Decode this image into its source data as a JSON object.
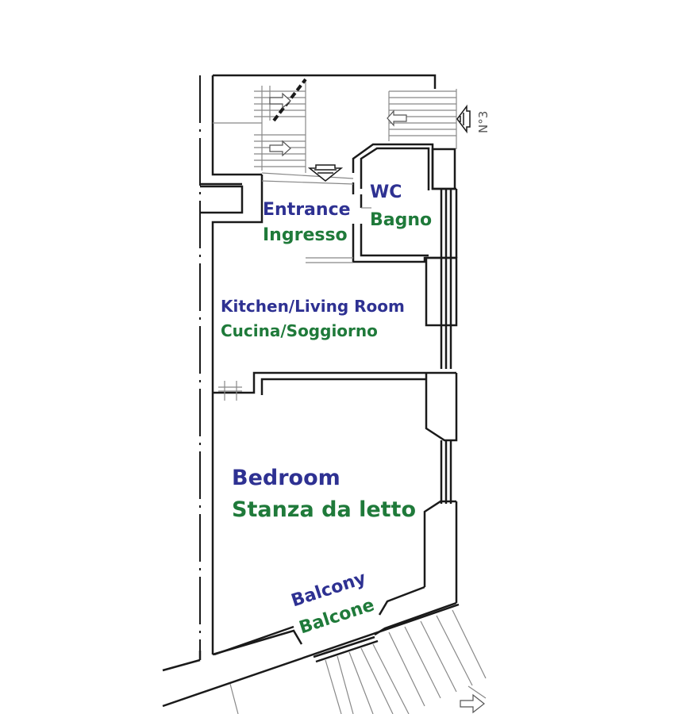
{
  "plan": {
    "stair_label": "N°3",
    "rooms": {
      "wc": {
        "en": "WC",
        "it": "Bagno"
      },
      "entrance": {
        "en": "Entrance",
        "it": "Ingresso"
      },
      "kitchen": {
        "en": "Kitchen/Living Room",
        "it": "Cucina/Soggiorno"
      },
      "bedroom": {
        "en": "Bedroom",
        "it": "Stanza da letto"
      },
      "balcony": {
        "en": "Balcony",
        "it": "Balcone"
      }
    },
    "colors": {
      "english": "#2e3192",
      "italian": "#1f7a3a",
      "walls": "#1a1a1a",
      "thin_lines": "#888888"
    }
  }
}
